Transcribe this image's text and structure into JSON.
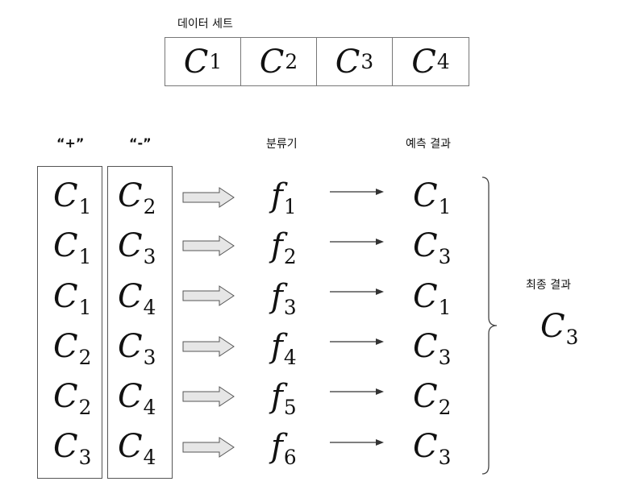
{
  "dataset": {
    "title": "데이터 세트",
    "cells": [
      {
        "letter": "C",
        "sub": "1"
      },
      {
        "letter": "C",
        "sub": "2"
      },
      {
        "letter": "C",
        "sub": "3"
      },
      {
        "letter": "C",
        "sub": "4"
      }
    ]
  },
  "headers": {
    "positive": "“+”",
    "negative": "“-”",
    "classifier": "분류기",
    "prediction": "예측 결과",
    "final": "최종 결과"
  },
  "rows": [
    {
      "pos": {
        "letter": "C",
        "sub": "1"
      },
      "neg": {
        "letter": "C",
        "sub": "2"
      },
      "clf": {
        "letter": "f",
        "sub": "1"
      },
      "pred": {
        "letter": "C",
        "sub": "1"
      }
    },
    {
      "pos": {
        "letter": "C",
        "sub": "1"
      },
      "neg": {
        "letter": "C",
        "sub": "3"
      },
      "clf": {
        "letter": "f",
        "sub": "2"
      },
      "pred": {
        "letter": "C",
        "sub": "3"
      }
    },
    {
      "pos": {
        "letter": "C",
        "sub": "1"
      },
      "neg": {
        "letter": "C",
        "sub": "4"
      },
      "clf": {
        "letter": "f",
        "sub": "3"
      },
      "pred": {
        "letter": "C",
        "sub": "1"
      }
    },
    {
      "pos": {
        "letter": "C",
        "sub": "2"
      },
      "neg": {
        "letter": "C",
        "sub": "3"
      },
      "clf": {
        "letter": "f",
        "sub": "4"
      },
      "pred": {
        "letter": "C",
        "sub": "3"
      }
    },
    {
      "pos": {
        "letter": "C",
        "sub": "2"
      },
      "neg": {
        "letter": "C",
        "sub": "4"
      },
      "clf": {
        "letter": "f",
        "sub": "5"
      },
      "pred": {
        "letter": "C",
        "sub": "2"
      }
    },
    {
      "pos": {
        "letter": "C",
        "sub": "3"
      },
      "neg": {
        "letter": "C",
        "sub": "4"
      },
      "clf": {
        "letter": "f",
        "sub": "6"
      },
      "pred": {
        "letter": "C",
        "sub": "3"
      }
    }
  ],
  "final_result": {
    "letter": "C",
    "sub": "3"
  }
}
